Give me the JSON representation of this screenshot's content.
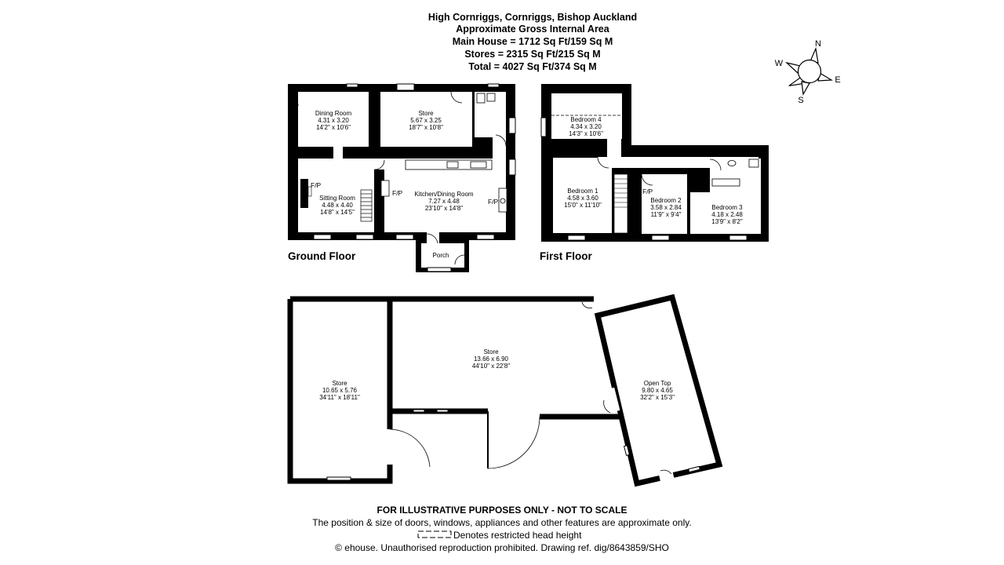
{
  "header": {
    "lines": [
      "High Cornriggs, Cornriggs, Bishop Auckland",
      "Approximate Gross Internal Area",
      "Main House = 1712 Sq Ft/159 Sq M",
      "Stores = 2315 Sq Ft/215 Sq M",
      "Total = 4027 Sq Ft/374 Sq M"
    ]
  },
  "compass": {
    "n": "N",
    "e": "E",
    "s": "S",
    "w": "W"
  },
  "ground_floor": {
    "label": "Ground Floor",
    "rooms": [
      {
        "name": "Dining Room",
        "metric": "4.31 x 3.20",
        "imperial": "14'2\" x 10'6\""
      },
      {
        "name": "Store",
        "metric": "5.67 x 3.25",
        "imperial": "18'7\" x 10'8\""
      },
      {
        "name": "Sitting Room",
        "metric": "4.48 x 4.40",
        "imperial": "14'8\" x 14'5\""
      },
      {
        "name": "Kitchen/Dining Room",
        "metric": "7.27 x 4.48",
        "imperial": "23'10\" x 14'8\""
      },
      {
        "name": "Porch"
      }
    ],
    "fireplaces": [
      "F/P",
      "F/P",
      "F/P"
    ]
  },
  "first_floor": {
    "label": "First Floor",
    "rooms": [
      {
        "name": "Bedroom 4",
        "metric": "4.34 x 3.20",
        "imperial": "14'3\" x 10'6\""
      },
      {
        "name": "Bedroom 1",
        "metric": "4.58 x 3.60",
        "imperial": "15'0\" x 11'10\""
      },
      {
        "name": "Bedroom 2",
        "metric": "3.58 x 2.84",
        "imperial": "11'9\" x 9'4\""
      },
      {
        "name": "Bedroom 3",
        "metric": "4.18 x 2.48",
        "imperial": "13'9\" x 8'2\""
      }
    ],
    "fireplaces": [
      "F/P"
    ]
  },
  "stores": {
    "rooms": [
      {
        "name": "Store",
        "metric": "10.65 x 5.76",
        "imperial": "34'11\" x 18'11\""
      },
      {
        "name": "Store",
        "metric": "13.66 x 6.90",
        "imperial": "44'10\" x 22'8\""
      },
      {
        "name": "Open Top",
        "metric": "9.80 x 4.65",
        "imperial": "32'2\" x 15'3\""
      }
    ]
  },
  "footer": {
    "disclaimer": "FOR ILLUSTRATIVE PURPOSES ONLY - NOT TO SCALE",
    "note": "The position & size of doors, windows, appliances and other features are approximate only.",
    "legend": "Denotes restricted head height",
    "copyright": "© ehouse. Unauthorised reproduction prohibited. Drawing ref. dig/8643859/SHO"
  }
}
